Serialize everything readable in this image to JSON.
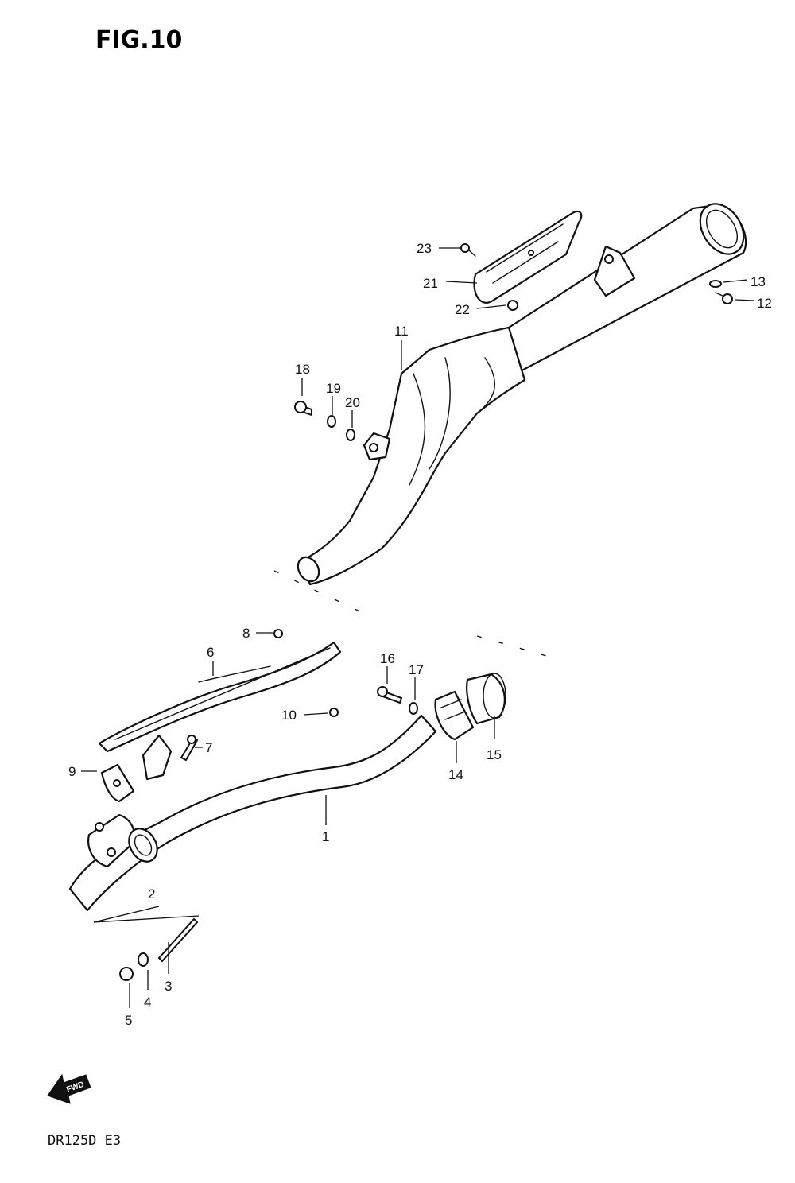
{
  "figure": {
    "title": "FIG.10",
    "model_code": "DR125D  E3",
    "fwd_label": "FWD"
  },
  "callouts": {
    "c1": "1",
    "c2": "2",
    "c3": "3",
    "c4": "4",
    "c5": "5",
    "c6": "6",
    "c7": "7",
    "c8": "8",
    "c9": "9",
    "c10": "10",
    "c11": "11",
    "c12": "12",
    "c13": "13",
    "c14": "14",
    "c15": "15",
    "c16": "16",
    "c17": "17",
    "c18": "18",
    "c19": "19",
    "c20": "20",
    "c21": "21",
    "c22": "22",
    "c23": "23"
  },
  "icons": {
    "fwd_arrow": "fwd-arrow-icon"
  },
  "colors": {
    "line": "#111111",
    "background": "#ffffff"
  }
}
